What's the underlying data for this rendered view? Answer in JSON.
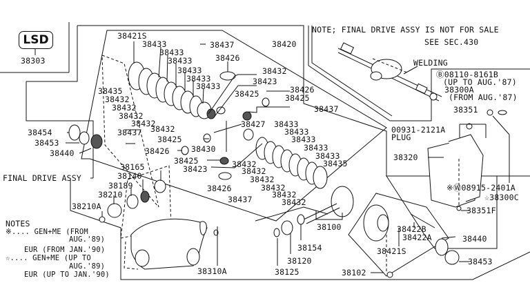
{
  "diagram": {
    "title": "Final Drive / Differential Parts Diagram",
    "lsd_box": {
      "label": "LSD",
      "part": "38303"
    },
    "note": {
      "text": "NOTE; FINAL DRIVE ASSY IS NOT FOR SALE",
      "see": "SEE SEC.430",
      "welding": "WELDING"
    },
    "side_notes": {
      "b_bolt": "Ⓑ08110-8161B",
      "b_bolt_date": "(UP TO AUG.'87)",
      "alt_part": "38300A",
      "alt_part_date": "(FROM AUG.'87)",
      "plug_part": "00931-2121A",
      "plug_label": "PLUG",
      "washer": "※Ⓦ08915-2401A",
      "star_part": "☆38300C"
    },
    "assembly_label": "FINAL DRIVE ASSY",
    "notes": {
      "heading": "NOTES",
      "line1": "※.... GEN+ME (FROM",
      "line1b": "AUG.'89)",
      "line2": "EUR (FROM JAN.'90)",
      "line3": "☆.... GEN+ME (UP TO",
      "line3b": "AUG.'89)",
      "line4": "EUR (UP TO JAN.'90)"
    },
    "parts": {
      "p38421S_top": "38421S",
      "p38433_a": "38433",
      "p38433_b": "38433",
      "p38433_c": "38433",
      "p38433_d": "38433",
      "p38433_e": "38433",
      "p38433_f": "38433",
      "p38437_top": "38437",
      "p38426_top": "38426",
      "p38420": "38420",
      "p38432_r": "38432",
      "p38423_top": "38423",
      "p38425_r": "38425",
      "p38426_r": "38426",
      "p38425_r2": "38425",
      "p38437_r": "38437",
      "p38435_l": "38435",
      "p38432_l1": "38432",
      "p38432_l2": "38432",
      "p38432_l3": "38432",
      "p38432_l4": "38432",
      "p38432_l5": "38432",
      "p38437_l": "38437",
      "p38425_m": "38425",
      "p38426_m": "38426",
      "p38430": "38430",
      "p38425_m2": "38425",
      "p38423_m": "38423",
      "p38427": "38427",
      "p38433_g": "38433",
      "p38433_h": "38433",
      "p38433_i": "38433",
      "p38433_j": "38433",
      "p38433_k": "38433",
      "p38435_r": "38435",
      "p38432_m1": "38432",
      "p38432_m2": "38432",
      "p38432_m3": "38432",
      "p38432_m4": "38432",
      "p38432_m5": "38432",
      "p38432_m6": "38432",
      "p38426_b": "38426",
      "p38437_b": "38437",
      "p38454": "38454",
      "p38453_l": "38453",
      "p38440_l": "38440",
      "p38165": "38165",
      "p38140": "38140",
      "p38189": "38189",
      "p38210": "38210",
      "p38210A": "38210A",
      "p38310A": "38310A",
      "p38125": "38125",
      "p38120": "38120",
      "p38154": "38154",
      "p38100": "38100",
      "p38102": "38102",
      "p38421S_b": "38421S",
      "p38422B": "38422B",
      "p38422A": "38422A",
      "p38440_r": "38440",
      "p38453_r": "38453",
      "p38351": "38351",
      "p38320": "38320",
      "p38351F": "38351F"
    }
  }
}
